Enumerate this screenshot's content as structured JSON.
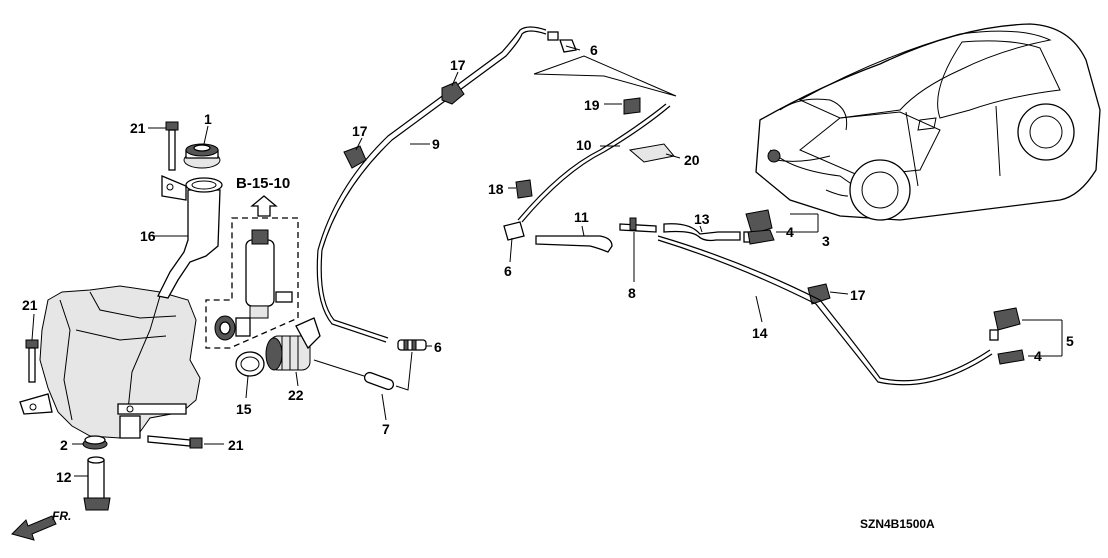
{
  "diagram": {
    "callouts": {
      "n1": "1",
      "n2": "2",
      "n3": "3",
      "n4a": "4",
      "n4b": "4",
      "n5": "5",
      "n6a": "6",
      "n6b": "6",
      "n6c": "6",
      "n7": "7",
      "n8": "8",
      "n9": "9",
      "n10": "10",
      "n11": "11",
      "n12": "12",
      "n13": "13",
      "n14": "14",
      "n15": "15",
      "n16": "16",
      "n17a": "17",
      "n17b": "17",
      "n17c": "17",
      "n18": "18",
      "n19": "19",
      "n20": "20",
      "n21a": "21",
      "n21b": "21",
      "n21c": "21",
      "n22": "22"
    },
    "reference": "B-15-10",
    "front_marker": "FR.",
    "diagram_code": "SZN4B1500A"
  }
}
